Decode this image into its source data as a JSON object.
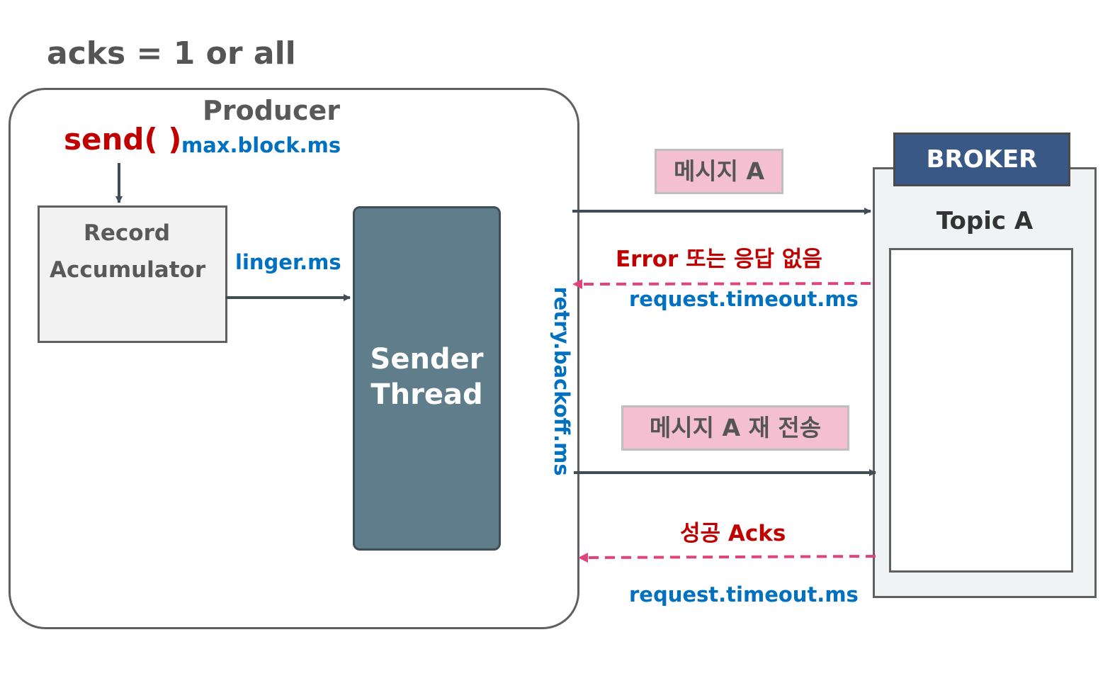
{
  "title": "acks = 1 or all",
  "producer": {
    "label": "Producer",
    "send_label": "send( )",
    "max_block_label": "max.block.ms",
    "linger_label": "linger.ms",
    "accumulator": {
      "line1": "Record",
      "line2": "Accumulator"
    },
    "sender": {
      "line1": "Sender",
      "line2": "Thread"
    },
    "retry_label": "retry.backoff.ms"
  },
  "messages": {
    "message_a": "메시지 A",
    "message_a_resend": "메시지 A 재 전송"
  },
  "responses": {
    "error_label": "Error 또는 응답 없음",
    "success_label": "성공 Acks",
    "timeout_label_1": "request.timeout.ms",
    "timeout_label_2": "request.timeout.ms"
  },
  "broker": {
    "header": "BROKER",
    "topic": "Topic A"
  },
  "colors": {
    "send_arrow": "#404d55",
    "response_arrow": "#e0447a",
    "sender_fill": "#5f7d8a",
    "broker_header": "#3a5886",
    "message_fill": "#f4bfd0",
    "param_text": "#0070c0",
    "alert_text": "#c00000"
  }
}
